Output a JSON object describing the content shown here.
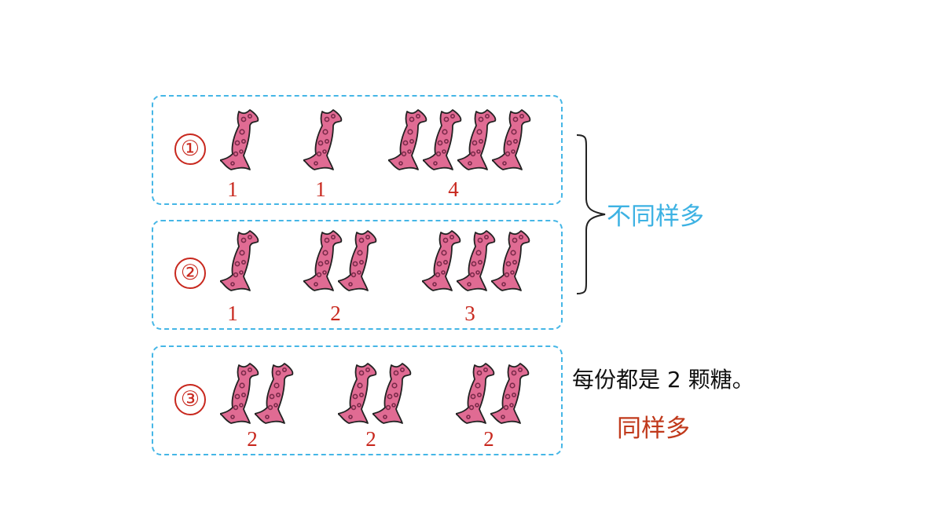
{
  "groups": [
    {
      "marker": "①",
      "sets": [
        {
          "count": 1,
          "label": "1"
        },
        {
          "count": 1,
          "label": "1"
        },
        {
          "count": 4,
          "label": "4"
        }
      ]
    },
    {
      "marker": "②",
      "sets": [
        {
          "count": 1,
          "label": "1"
        },
        {
          "count": 2,
          "label": "2"
        },
        {
          "count": 3,
          "label": "3"
        }
      ]
    },
    {
      "marker": "③",
      "sets": [
        {
          "count": 2,
          "label": "2"
        },
        {
          "count": 2,
          "label": "2"
        },
        {
          "count": 2,
          "label": "2"
        }
      ]
    }
  ],
  "brace_label": "不同样多",
  "note": "每份都是 2 颗糖。",
  "conclusion": "同样多",
  "colors": {
    "box_border": "#45b6e6",
    "number_red": "#c8281e",
    "candy_fill": "#e06b93",
    "candy_dots": "#7b2a4a",
    "blue_text": "#3db2e3",
    "red_text": "#c0391b"
  },
  "icons": {
    "candy": "wrapped-candy-icon",
    "brace": "right-curly-brace"
  }
}
